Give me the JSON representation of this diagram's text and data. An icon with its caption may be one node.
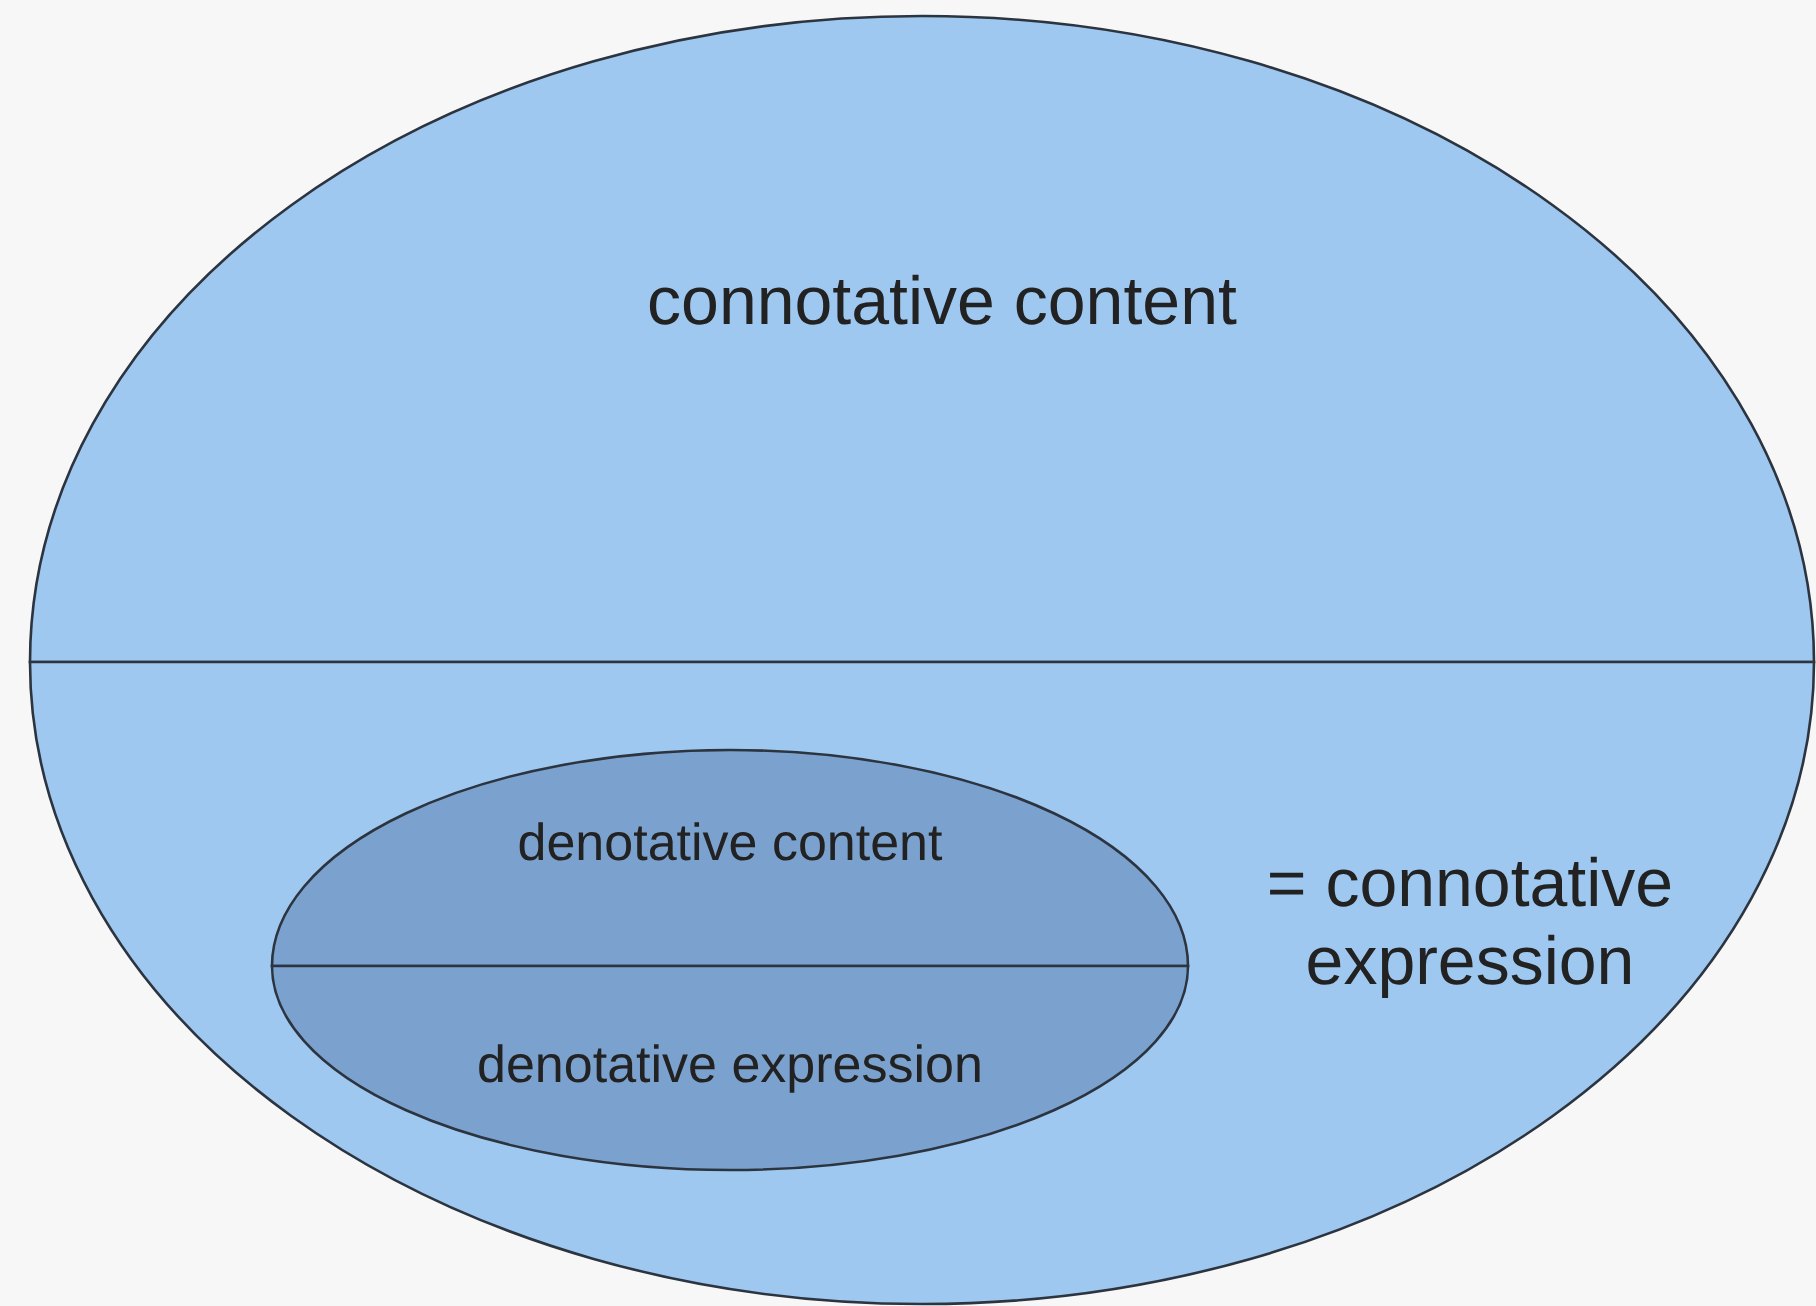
{
  "diagram": {
    "nodes": [
      {
        "text": [
          "connotative content"
        ]
      },
      {
        "text": [
          "= connotative expression"
        ]
      },
      {
        "text": [
          "denotative content"
        ],
        "in": 1
      },
      {
        "text": [
          "denotative expression"
        ],
        "in": 1
      }
    ]
  }
}
